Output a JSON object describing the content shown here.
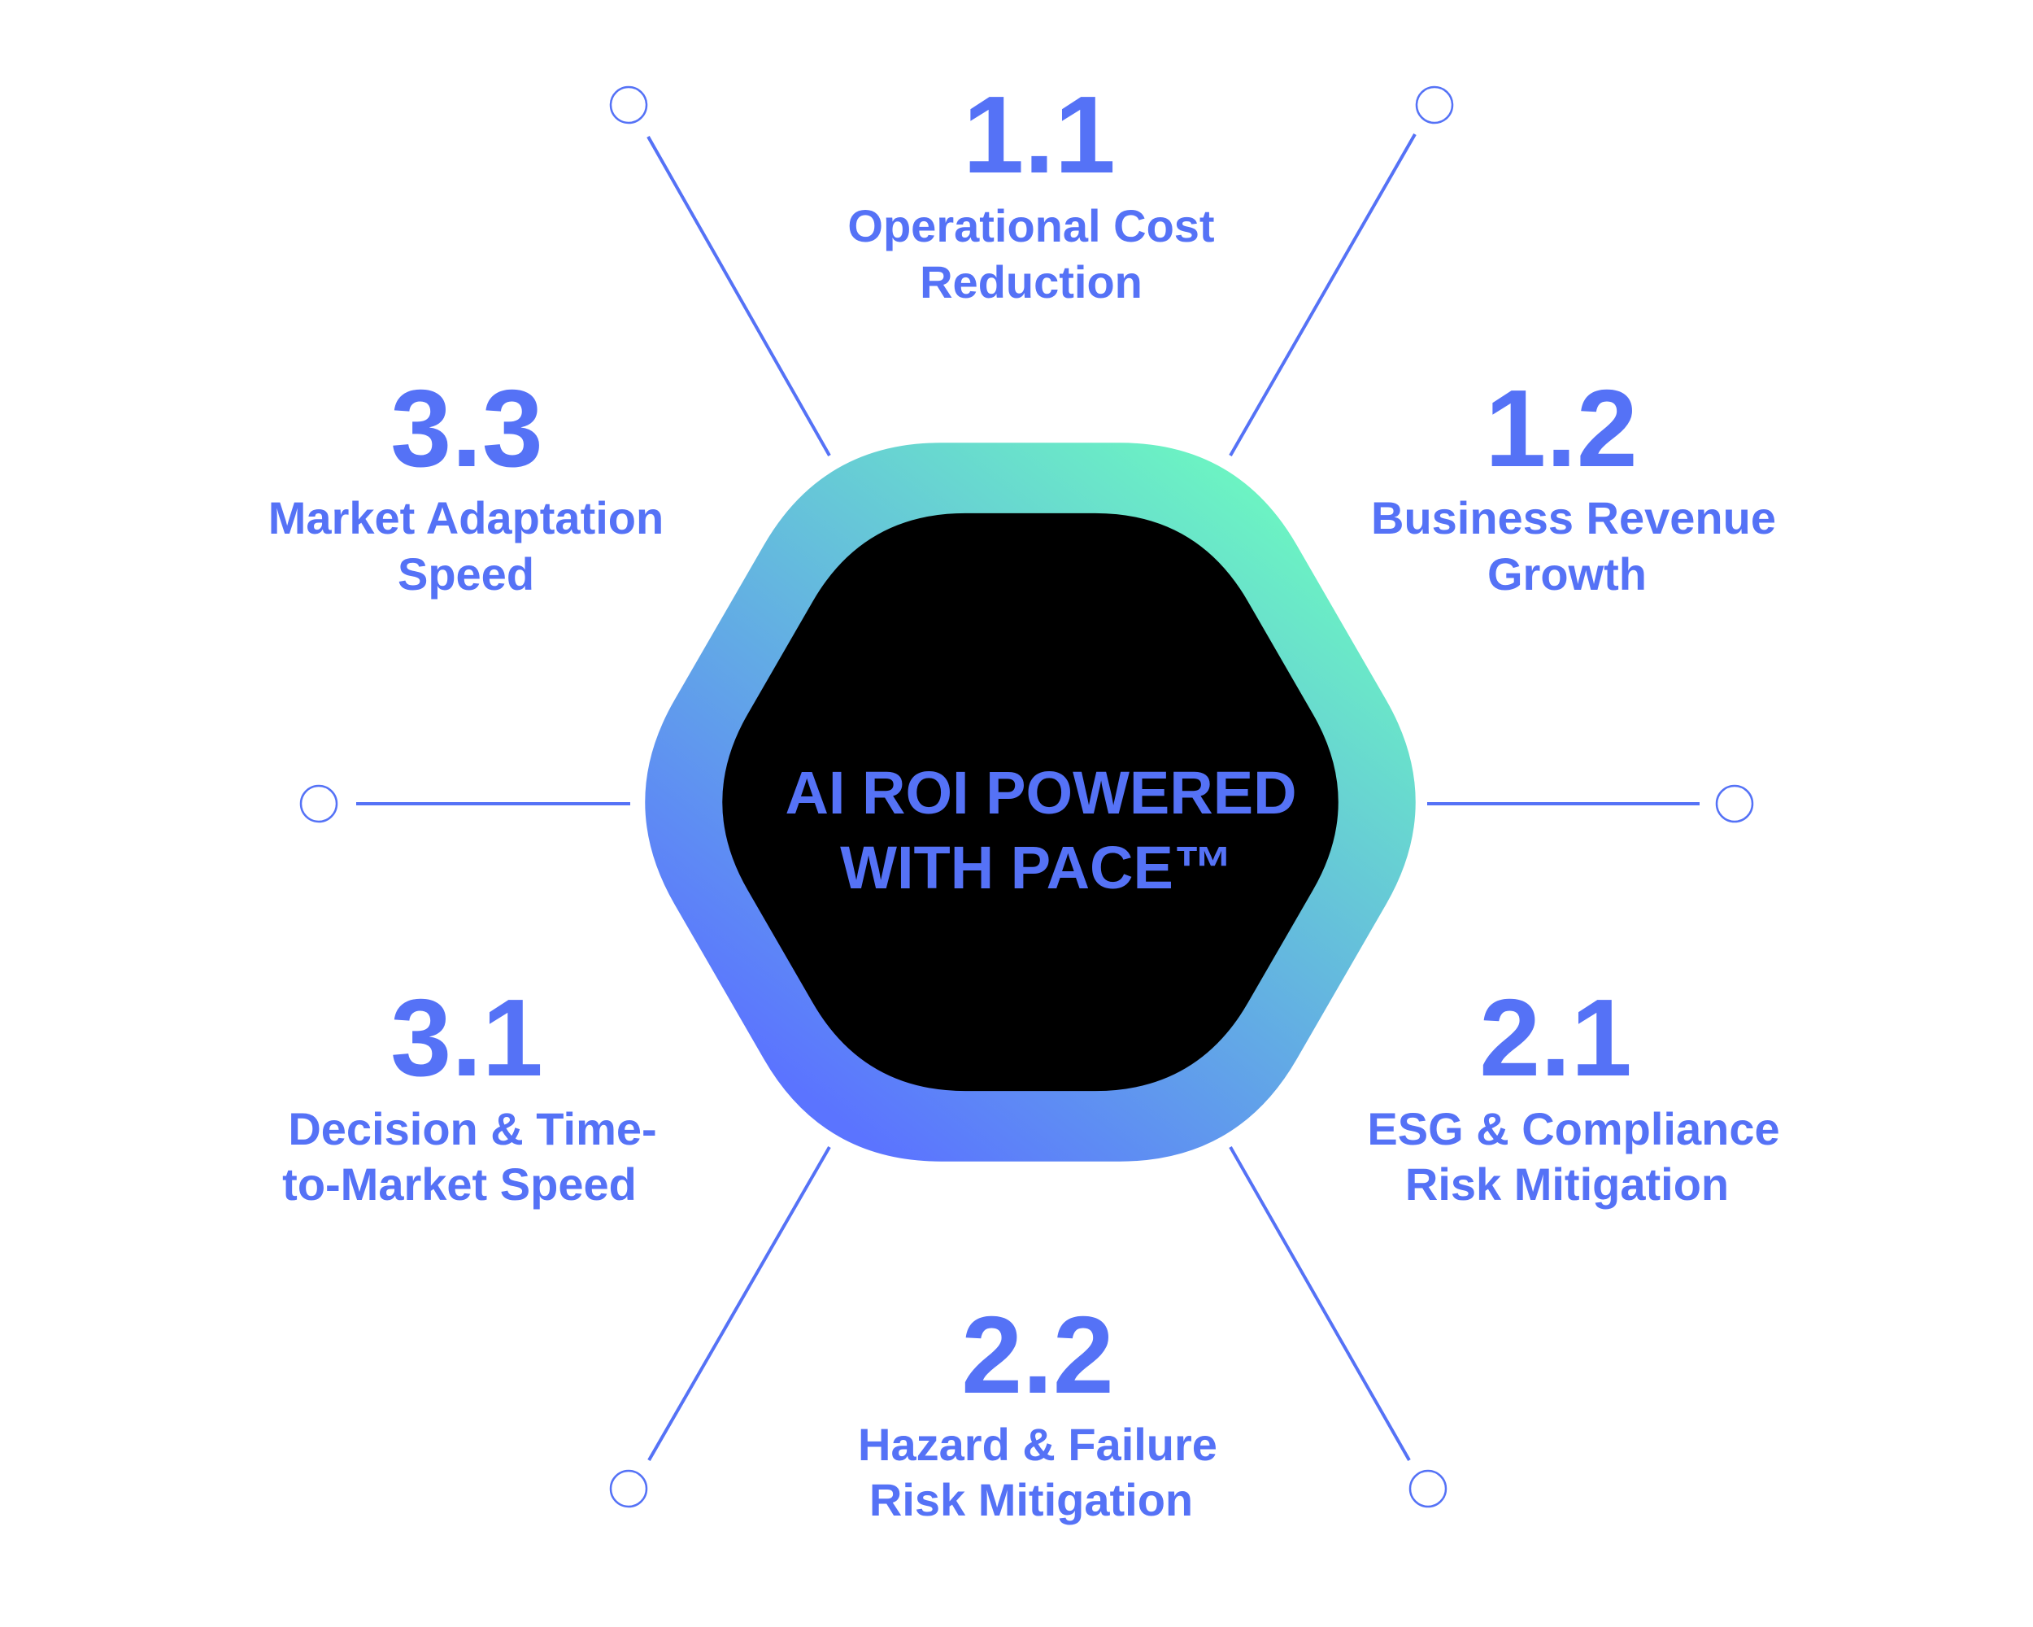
{
  "center": {
    "title_line1": "AI ROI POWERED",
    "title_line2": "WITH PACE™"
  },
  "colors": {
    "text_accent": "#5572f6",
    "ring_gradient_start": "#5b74ff",
    "ring_gradient_end": "#6cf5c2",
    "core_fill": "#000000",
    "connector": "#5572f6"
  },
  "items": [
    {
      "id": "1.1",
      "number": "1.1",
      "line1": "Operational Cost",
      "line2": "Reduction"
    },
    {
      "id": "1.2",
      "number": "1.2",
      "line1": "Business Revenue",
      "line2": "Growth"
    },
    {
      "id": "2.1",
      "number": "2.1",
      "line1": "ESG & Compliance",
      "line2": "Risk Mitigation"
    },
    {
      "id": "2.2",
      "number": "2.2",
      "line1": "Hazard & Failure",
      "line2": "Risk Mitigation"
    },
    {
      "id": "3.1",
      "number": "3.1",
      "line1": "Decision & Time-",
      "line2": "to-Market Speed"
    },
    {
      "id": "3.3",
      "number": "3.3",
      "line1": "Market Adaptation",
      "line2": "Speed"
    }
  ]
}
